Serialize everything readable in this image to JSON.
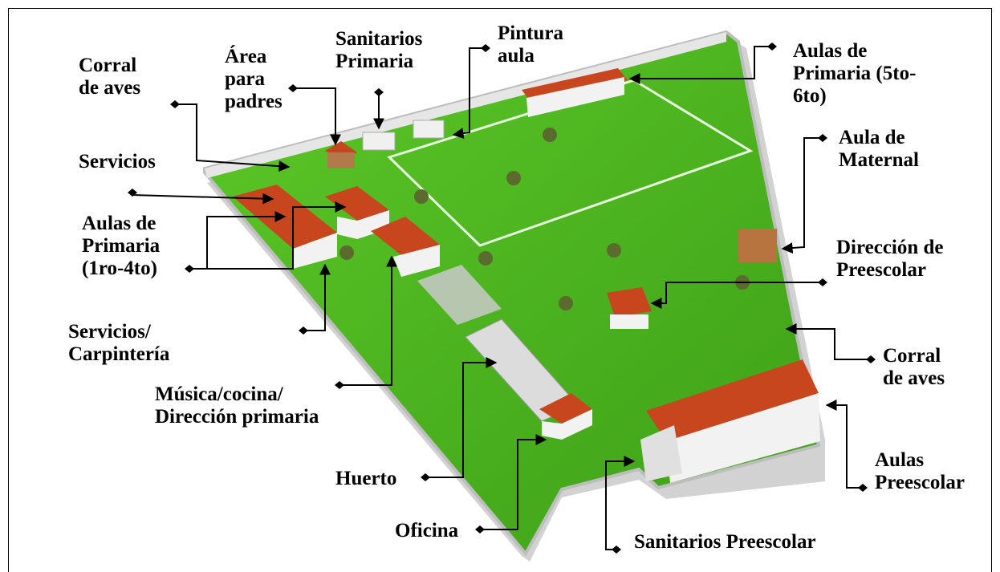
{
  "labels": {
    "corral_aves_top": "Corral\nde aves",
    "area_padres": "Área\npara\npadres",
    "sanitarios_primaria": "Sanitarios\nPrimaria",
    "pintura_aula": "Pintura\naula",
    "aulas_primaria_5_6": "Aulas de\nPrimaria (5to-\n6to)",
    "servicios": "Servicios",
    "aula_maternal": "Aula de\nMaternal",
    "aulas_primaria_1_4": "Aulas de\nPrimaria\n(1ro-4to)",
    "direccion_preescolar": "Dirección de\nPreescolar",
    "servicios_carpinteria": "Servicios/\nCarpintería",
    "corral_aves_right": "Corral\nde aves",
    "musica_cocina": "Música/cocina/\nDirección primaria",
    "aulas_preescolar": "Aulas\nPreescolar",
    "huerto": "Huerto",
    "oficina": "Oficina",
    "sanitarios_preescolar": "Sanitarios Preescolar"
  },
  "colors": {
    "grass": "#4fb81e",
    "grass_dark": "#3e9a16",
    "wall": "#d9d9d9",
    "roof": "#c8461e",
    "building": "#f2f2f2"
  }
}
